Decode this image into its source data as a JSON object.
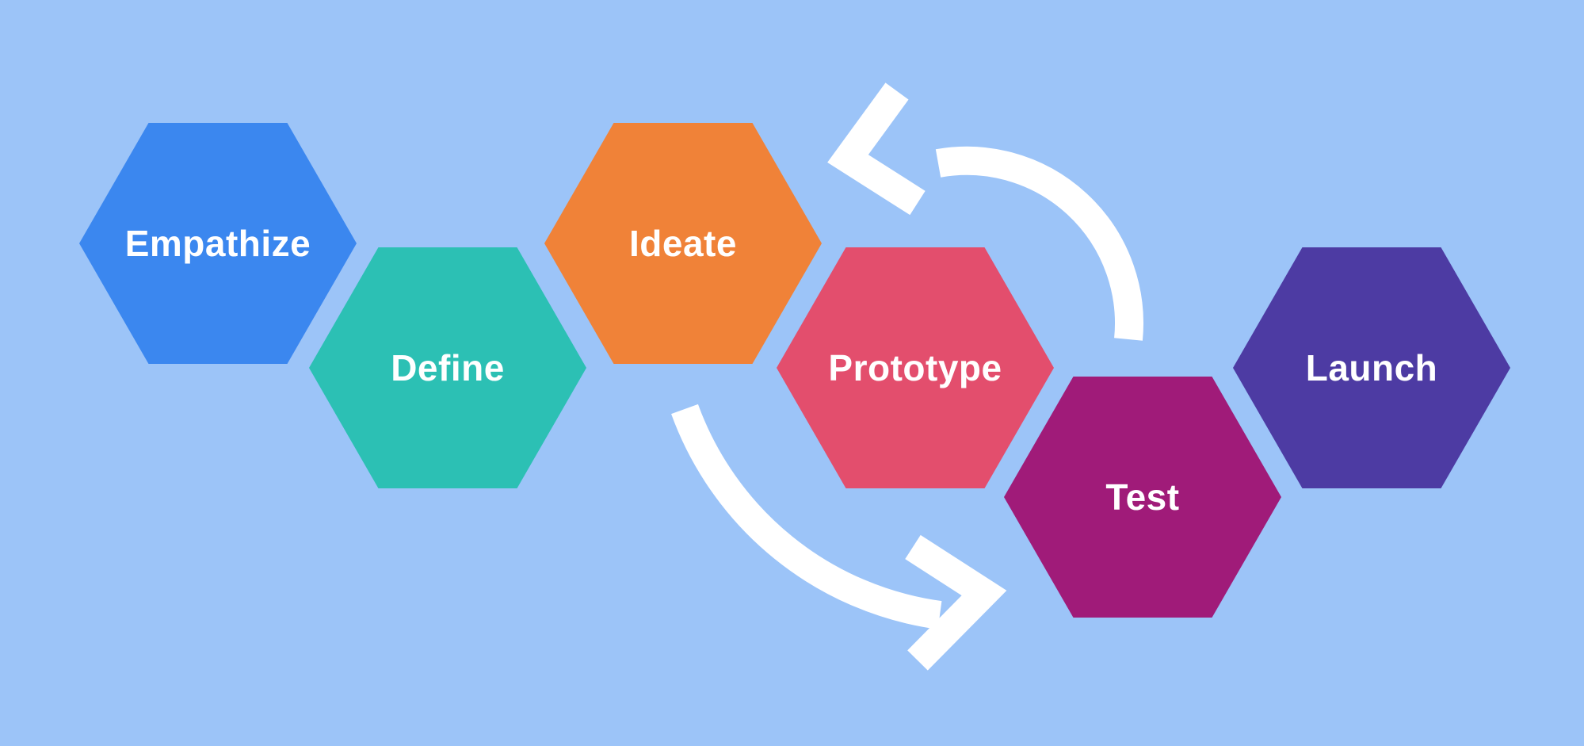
{
  "canvas": {
    "background": "#9cc4f8"
  },
  "diagram": {
    "label_color": "#ffffff",
    "arrow_color": "#ffffff",
    "steps": [
      {
        "label": "Empathize",
        "color": "#3b87ef"
      },
      {
        "label": "Define",
        "color": "#2cc0b4"
      },
      {
        "label": "Ideate",
        "color": "#f08238"
      },
      {
        "label": "Prototype",
        "color": "#e34e6d"
      },
      {
        "label": "Test",
        "color": "#a01b79"
      },
      {
        "label": "Launch",
        "color": "#4d3ba3"
      }
    ],
    "arrows": [
      {
        "name": "cycle-arrow-back-to-ideate"
      },
      {
        "name": "cycle-arrow-forward-to-test"
      }
    ]
  }
}
